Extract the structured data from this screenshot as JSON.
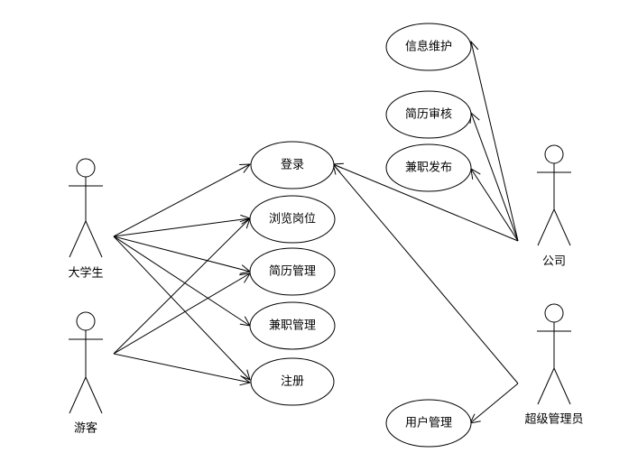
{
  "actors": {
    "student": "大学生",
    "visitor": "游客",
    "company": "公司",
    "super_admin": "超级管理员"
  },
  "use_cases": {
    "info_maintenance": "信息维护",
    "resume_review": "简历审核",
    "job_publish": "兼职发布",
    "login": "登录",
    "browse_jobs": "浏览岗位",
    "resume_management": "简历管理",
    "job_management": "兼职管理",
    "register": "注册",
    "user_management": "用户管理"
  }
}
